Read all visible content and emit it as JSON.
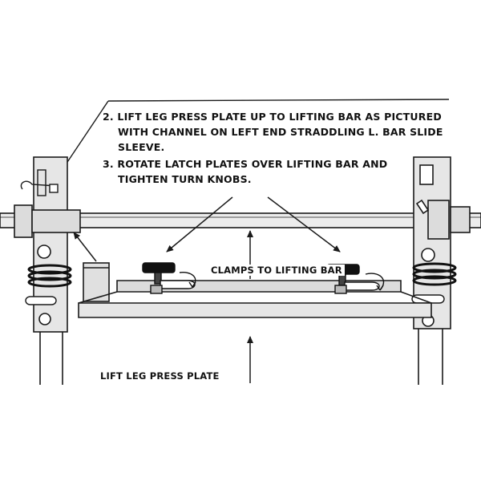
{
  "instructions": {
    "step2_line1": "2.  LIFT LEG PRESS PLATE UP TO LIFTING BAR AS PICTURED",
    "step2_line2": "WITH CHANNEL ON LEFT END STRADDLING L. BAR SLIDE",
    "step2_line3": "SLEEVE.",
    "step3_line1": "3.  ROTATE LATCH PLATES OVER LIFTING BAR AND",
    "step3_line2": "TIGHTEN TURN KNOBS."
  },
  "labels": {
    "clamps": "CLAMPS TO LIFTING BAR",
    "press_plate": "LIFT LEG PRESS PLATE"
  },
  "colors": {
    "line": "#1a1a1a",
    "fill_light": "#e6e6e6",
    "fill_mid": "#cfcfcf",
    "knob": "#111111"
  }
}
